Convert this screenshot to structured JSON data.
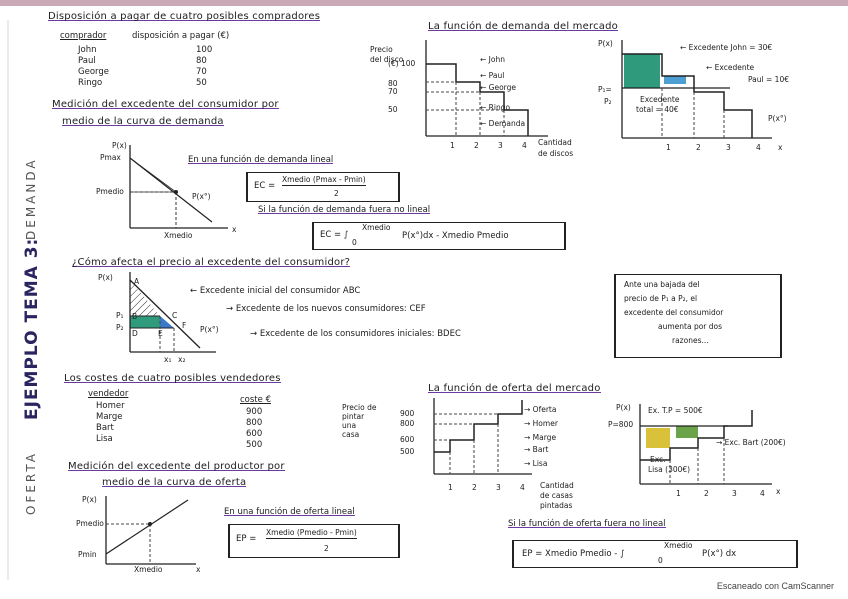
{
  "side": {
    "tema": "EJEMPLO TEMA 3:",
    "demanda": "DEMANDA",
    "oferta": "OFERTA"
  },
  "demand": {
    "title": "Disposición a pagar de cuatro posibles compradores",
    "col_buyer": "comprador",
    "col_willingness": "disposición a pagar (€)",
    "buyers": [
      {
        "name": "John",
        "value": "100"
      },
      {
        "name": "Paul",
        "value": "80"
      },
      {
        "name": "George",
        "value": "70"
      },
      {
        "name": "Ringo",
        "value": "50"
      }
    ],
    "measure_title_1": "Medición del excedente del consumidor por",
    "measure_title_2": "medio de la curva de demanda",
    "g1_p": "P(x)",
    "g1_pmax": "Pmax",
    "g1_pmedio": "Pmedio",
    "g1_curve": "P(x°)",
    "g1_x": "x",
    "g1_xmedio": "Xmedio",
    "linear_text": "En una función de demanda lineal",
    "ec_lhs": "EC =",
    "ec_num": "Xmedio (Pmax - Pmin)",
    "ec_den": "2",
    "nonlinear_text": "Si la función de demanda fuera no lineal",
    "ec2_lhs": "EC = ∫",
    "ec2_up": "Xmedio",
    "ec2_low": "0",
    "ec2_rest": "P(x°)dx - Xmedio Pmedio"
  },
  "market_demand": {
    "title": "La función de demanda del mercado",
    "ylabel_1": "Precio",
    "ylabel_2": "del disco",
    "y_ticks": [
      "(€) 100",
      "80",
      "70",
      "50"
    ],
    "labels": [
      "John",
      "Paul",
      "George",
      "Ringo",
      "Demanda"
    ],
    "x_ticks": [
      "1",
      "2",
      "3",
      "4"
    ],
    "xlabel_1": "Cantidad",
    "xlabel_2": "de discos"
  },
  "surplus_graph": {
    "p": "P(x)",
    "p1": "P₁=",
    "p2": "P₂",
    "john": "Excedente John = 30€",
    "paul_1": "Excedente",
    "paul_2": "Paul = 10€",
    "total_1": "Excedente",
    "total_2": "total = 40€",
    "curve": "P(x°)",
    "x_ticks": [
      "1",
      "2",
      "3",
      "4"
    ],
    "x": "x"
  },
  "price_effect": {
    "title": "¿Cómo afecta el precio al excedente del consumidor?",
    "g_p": "P(x)",
    "g_labels": [
      "A",
      "P₁",
      "P₂",
      "B",
      "C",
      "D",
      "E",
      "F"
    ],
    "g_x": [
      "x₁",
      "x₂"
    ],
    "g_curve": "P(x°)",
    "line1": "Excedente inicial del consumidor ABC",
    "line2": "Excedente de los nuevos consumidores: CEF",
    "line3": "Excedente de los consumidores iniciales: BDEC",
    "note": [
      "Ante una bajada del",
      "precio de P₁ a P₂, el",
      "excedente del consumidor",
      "aumenta por dos",
      "razones..."
    ]
  },
  "supply": {
    "title": "Los costes de cuatro posibles vendedores",
    "col_seller": "vendedor",
    "col_cost": "coste €",
    "sellers": [
      {
        "name": "Homer",
        "value": "900"
      },
      {
        "name": "Marge",
        "value": "800"
      },
      {
        "name": "Bart",
        "value": "600"
      },
      {
        "name": "Lisa",
        "value": "500"
      }
    ],
    "measure_title_1": "Medición del excedente del productor por",
    "measure_title_2": "medio de la curva de oferta",
    "g_p": "P(x)",
    "g_pmedio": "Pmedio",
    "g_pmin": "Pmin",
    "g_xmedio": "Xmedio",
    "g_x": "x",
    "linear_text": "En una función de oferta lineal",
    "ep_lhs": "EP =",
    "ep_num": "Xmedio (Pmedio - Pmin)",
    "ep_den": "2",
    "nonlinear_text": "Si la función de oferta fuera no lineal",
    "ep2": "EP = Xmedio Pmedio - ∫",
    "ep2_up": "Xmedio",
    "ep2_low": "0",
    "ep2_rest": "P(x°) dx"
  },
  "market_supply": {
    "title": "La función de oferta del mercado",
    "ylabel": [
      "Precio de",
      "pintar",
      "una",
      "casa"
    ],
    "y_ticks": [
      "900",
      "800",
      "600",
      "500"
    ],
    "labels": [
      "Oferta",
      "Homer",
      "Marge",
      "Bart",
      "Lisa"
    ],
    "x_ticks": [
      "1",
      "2",
      "3",
      "4"
    ],
    "xlabel": [
      "Cantidad",
      "de casas",
      "pintadas"
    ]
  },
  "producer_graph": {
    "p": "P(x)",
    "p800": "P=800",
    "homer": "Ex. T.P = 500€",
    "bart": "Exc. Bart (200€)",
    "lisa_1": "Exc.",
    "lisa_2": "Lisa (300€)",
    "x_ticks": [
      "1",
      "2",
      "3",
      "4"
    ],
    "x": "x"
  },
  "footer": "Escaneado con CamScanner"
}
